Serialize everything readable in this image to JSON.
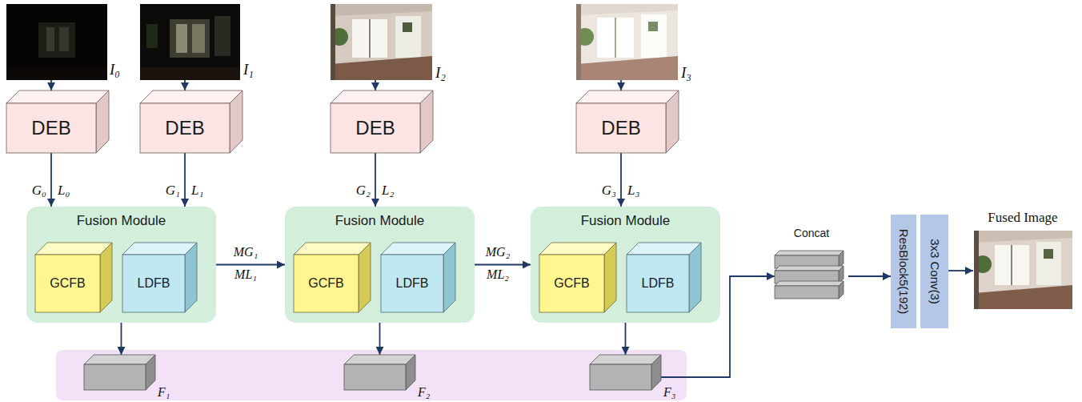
{
  "diagram": {
    "nodes": [
      {
        "text": [
          "DEB"
        ]
      },
      {
        "text": [
          "DEB"
        ]
      },
      {
        "text": [
          "DEB"
        ]
      },
      {
        "text": [
          "DEB"
        ]
      },
      {
        "text": [
          "Fusion Module"
        ]
      },
      {
        "text": [
          "GCFB"
        ],
        "in": 4
      },
      {
        "text": [
          "LDFB"
        ],
        "in": 4
      },
      {
        "text": [
          "Fusion Module"
        ]
      },
      {
        "text": [
          "GCFB"
        ],
        "in": 7
      },
      {
        "text": [
          "LDFB"
        ],
        "in": 7
      },
      {
        "text": [
          "Fusion Module"
        ]
      },
      {
        "text": [
          "GCFB"
        ],
        "in": 10
      },
      {
        "text": [
          "LDFB"
        ],
        "in": 10
      },
      {
        "text": [
          "F₁"
        ]
      },
      {
        "text": [
          "F₂"
        ]
      },
      {
        "text": [
          "F₃"
        ]
      },
      {
        "text": [
          "Concat"
        ]
      },
      {
        "text": [
          "ResBlock5(192)"
        ]
      },
      {
        "text": [
          "3x3 Conv(3)"
        ]
      }
    ],
    "edges": [
      {
        "from": 0,
        "to": 4,
        "arrow": "to"
      },
      {
        "from": 1,
        "to": 4,
        "arrow": "to"
      },
      {
        "from": 2,
        "to": 7,
        "arrow": "to"
      },
      {
        "from": 3,
        "to": 10,
        "arrow": "to"
      },
      {
        "from": 4,
        "to": 7,
        "arrow": "to"
      },
      {
        "from": 7,
        "to": 10,
        "arrow": "to"
      },
      {
        "from": 4,
        "to": 13,
        "arrow": "to"
      },
      {
        "from": 7,
        "to": 14,
        "arrow": "to"
      },
      {
        "from": 10,
        "to": 15,
        "arrow": "to"
      },
      {
        "from": 15,
        "to": 16,
        "arrow": "to"
      },
      {
        "from": 16,
        "to": 17,
        "arrow": "to"
      }
    ],
    "labels": [
      "I₀",
      "I₁",
      "I₂",
      "I₃",
      "G₀",
      "L₀",
      "G₁",
      "L₁",
      "G₂",
      "L₂",
      "G₃",
      "L₃",
      "MG₁",
      "ML₁",
      "MG₂",
      "ML₂",
      "Fused Image"
    ]
  }
}
